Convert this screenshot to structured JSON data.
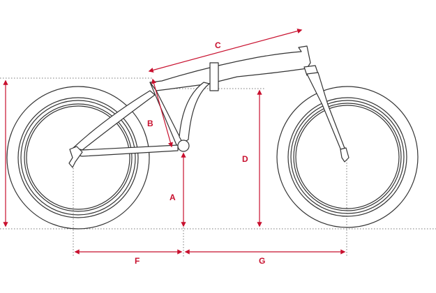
{
  "colors": {
    "frame": "#333333",
    "dimension": "#c8102e",
    "guide": "#777777",
    "background": "#ffffff"
  },
  "labels": {
    "A": "A",
    "B": "B",
    "C": "C",
    "D": "D",
    "F": "F",
    "G": "G"
  }
}
